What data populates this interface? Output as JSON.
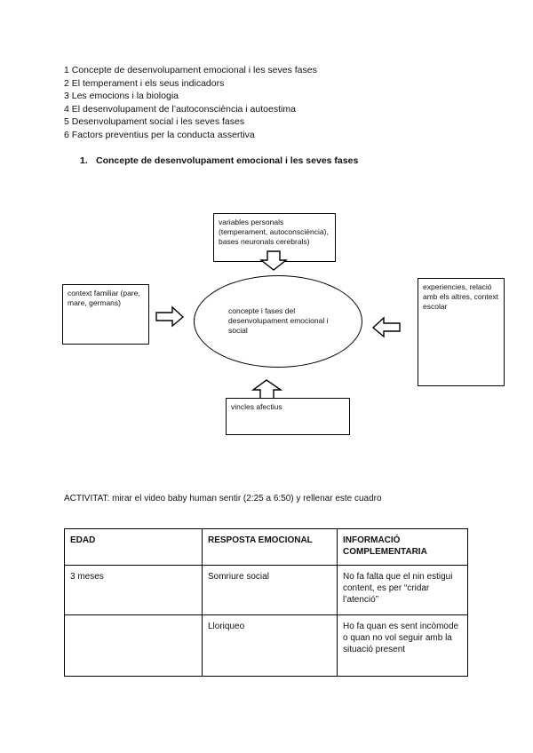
{
  "toc": [
    "1 Concepte de desenvolupament emocional i les seves fases",
    "2 El temperament i els seus indicadors",
    "3 Les emocions i la biologia",
    "4 El desenvolupament de l’autoconsciència i autoestima",
    "5 Desenvolupament social i les seves fases",
    "6 Factors preventius per la conducta assertiva"
  ],
  "section_heading": {
    "number": "1.",
    "text": "Concepte de desenvolupament emocional i les seves fases"
  },
  "diagram": {
    "center": "concepte i fases del desenvolupament emocional i social",
    "top": "variables personals (temperament, autoconsciència), bases neuronals cerebrals)",
    "left": "context familiar (pare, mare, germans)",
    "right": "experiencies, relació amb els altres, context escolar",
    "bottom": "vincles afectius"
  },
  "activity": "ACTIVITAT: mirar el video baby human sentir (2:25 a 6:50) y rellenar este cuadro",
  "table": {
    "headers": [
      "EDAD",
      "RESPOSTA EMOCIONAL",
      "INFORMACIÓ COMPLEMENTARIA"
    ],
    "rows": [
      [
        "3 meses",
        "Somriure social",
        "No fa falta que el nin estigui content, es per “cridar l’atenció”"
      ],
      [
        "",
        "Lloriqueo",
        "Ho fa quan es sent incòmode o quan no vol seguir amb la situació present"
      ]
    ]
  }
}
